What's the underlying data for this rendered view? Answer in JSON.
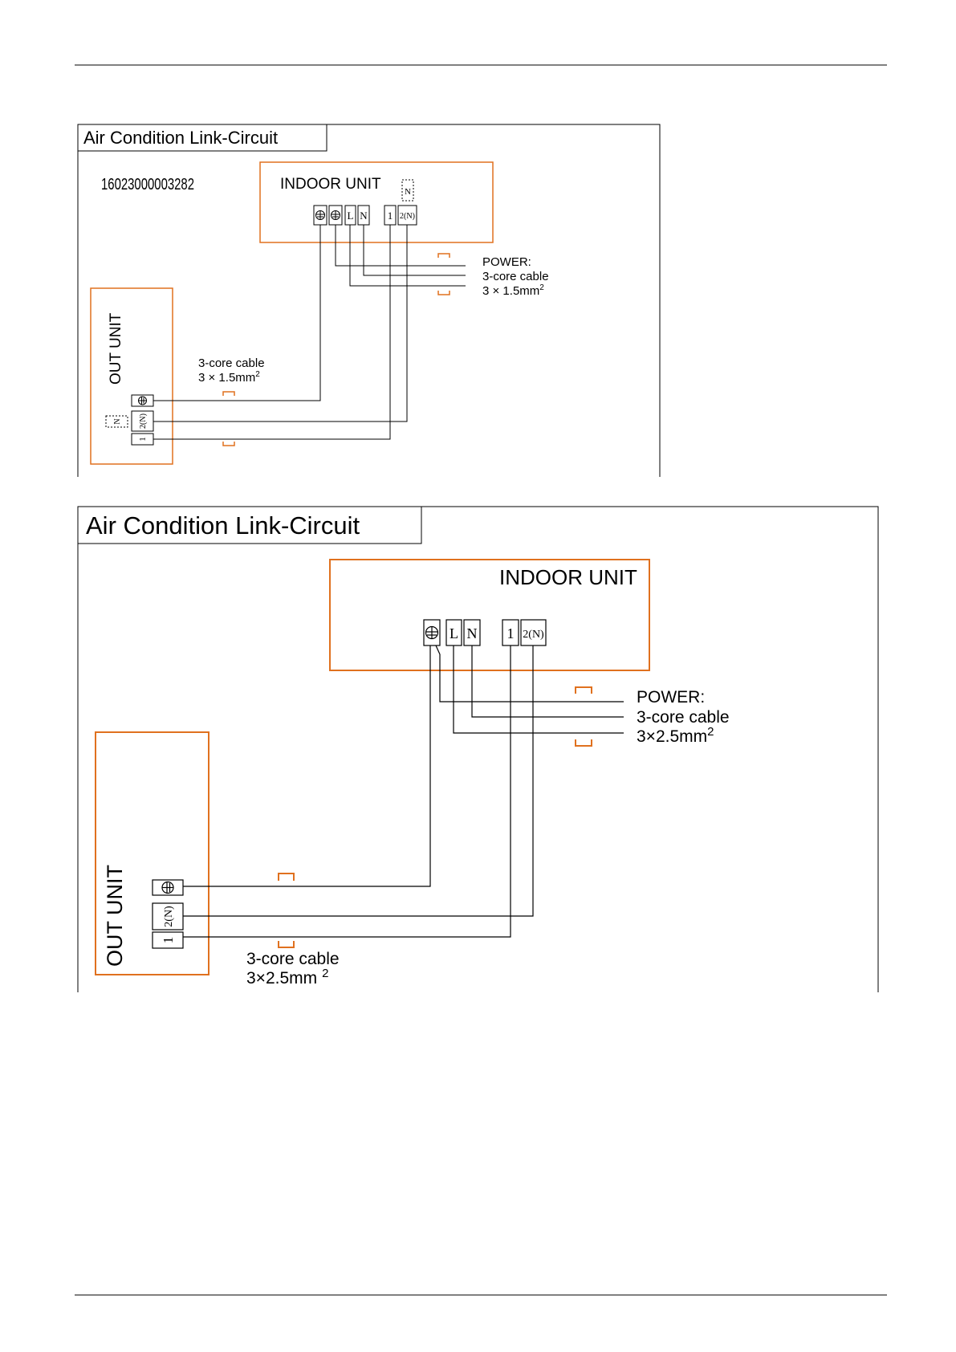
{
  "diagram1": {
    "title": "Air Condition Link-Circuit",
    "part_number": "16023000003282",
    "indoor_unit_label": "INDOOR UNIT",
    "out_unit_label": "OUT UNIT",
    "indoor_terminals": {
      "L": "L",
      "N": "N",
      "t1": "1",
      "t2": "2(N)",
      "aux_n": "N"
    },
    "out_terminals": {
      "t2": "2(N)",
      "t1": "1",
      "aux_n": "N"
    },
    "power": {
      "line1": "POWER:",
      "line2": "3-core cable",
      "line3": "3 × 1.5mm",
      "sup": "2"
    },
    "out_cable": {
      "line1": "3-core cable",
      "line2": "3 × 1.5mm",
      "sup": "2"
    }
  },
  "diagram2": {
    "title": "Air Condition Link-Circuit",
    "indoor_unit_label": "INDOOR UNIT",
    "out_unit_label": "OUT UNIT",
    "indoor_terminals": {
      "L": "L",
      "N": "N",
      "t1": "1",
      "t2": "2(N)"
    },
    "out_terminals": {
      "t2": "2(N)",
      "t1": "1"
    },
    "power": {
      "line1": "POWER:",
      "line2": "3-core cable",
      "line3": "3×2.5mm",
      "sup": "2"
    },
    "out_cable": {
      "line1": "3-core cable",
      "line2": "3×2.5mm",
      "sup": "2"
    }
  },
  "colors": {
    "unit_border": "#e0711f",
    "line": "#000000"
  },
  "icons": {
    "ground": "ground-icon"
  }
}
